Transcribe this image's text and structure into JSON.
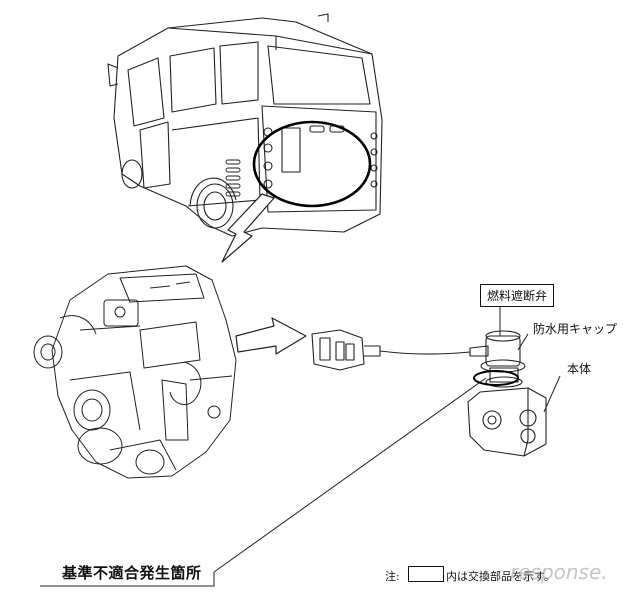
{
  "labels": {
    "fuel_valve": "燃料遮断弁",
    "waterproof_cap": "防水用キャップ",
    "main_body": "本体",
    "defect_location": "基準不適合発生箇所"
  },
  "note": {
    "prefix": "注:",
    "text": "内は交換部品を示す。"
  },
  "watermark": "response."
}
